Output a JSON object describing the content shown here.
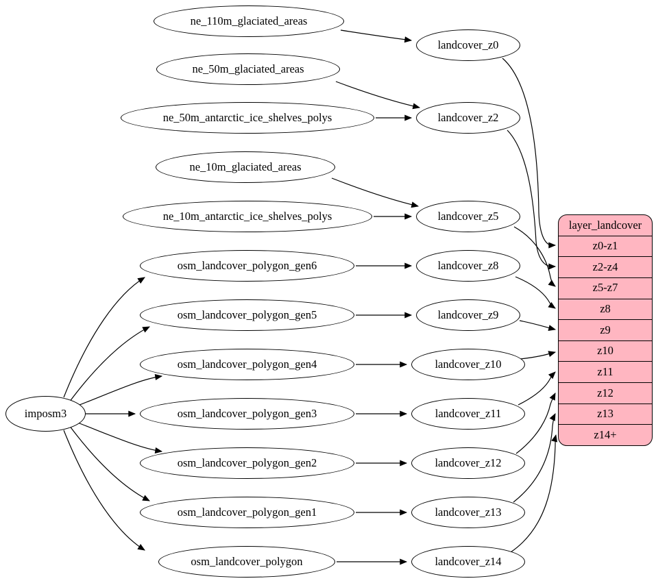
{
  "nodes": {
    "imposm3": "imposm3",
    "ne_110m_glaciated_areas": "ne_110m_glaciated_areas",
    "ne_50m_glaciated_areas": "ne_50m_glaciated_areas",
    "ne_50m_antarctic_ice_shelves_polys": "ne_50m_antarctic_ice_shelves_polys",
    "ne_10m_glaciated_areas": "ne_10m_glaciated_areas",
    "ne_10m_antarctic_ice_shelves_polys": "ne_10m_antarctic_ice_shelves_polys",
    "osm_landcover_polygon_gen6": "osm_landcover_polygon_gen6",
    "osm_landcover_polygon_gen5": "osm_landcover_polygon_gen5",
    "osm_landcover_polygon_gen4": "osm_landcover_polygon_gen4",
    "osm_landcover_polygon_gen3": "osm_landcover_polygon_gen3",
    "osm_landcover_polygon_gen2": "osm_landcover_polygon_gen2",
    "osm_landcover_polygon_gen1": "osm_landcover_polygon_gen1",
    "osm_landcover_polygon": "osm_landcover_polygon",
    "landcover_z0": "landcover_z0",
    "landcover_z2": "landcover_z2",
    "landcover_z5": "landcover_z5",
    "landcover_z8": "landcover_z8",
    "landcover_z9": "landcover_z9",
    "landcover_z10": "landcover_z10",
    "landcover_z11": "landcover_z11",
    "landcover_z12": "landcover_z12",
    "landcover_z13": "landcover_z13",
    "landcover_z14": "landcover_z14"
  },
  "table": {
    "title": "layer_landcover",
    "rows": [
      "z0-z1",
      "z2-z4",
      "z5-z7",
      "z8",
      "z9",
      "z10",
      "z11",
      "z12",
      "z13",
      "z14+"
    ]
  },
  "edges": [
    {
      "from": "imposm3",
      "to": "osm_landcover_polygon_gen6"
    },
    {
      "from": "imposm3",
      "to": "osm_landcover_polygon_gen5"
    },
    {
      "from": "imposm3",
      "to": "osm_landcover_polygon_gen4"
    },
    {
      "from": "imposm3",
      "to": "osm_landcover_polygon_gen3"
    },
    {
      "from": "imposm3",
      "to": "osm_landcover_polygon_gen2"
    },
    {
      "from": "imposm3",
      "to": "osm_landcover_polygon_gen1"
    },
    {
      "from": "imposm3",
      "to": "osm_landcover_polygon"
    },
    {
      "from": "ne_110m_glaciated_areas",
      "to": "landcover_z0"
    },
    {
      "from": "ne_50m_glaciated_areas",
      "to": "landcover_z2"
    },
    {
      "from": "ne_50m_antarctic_ice_shelves_polys",
      "to": "landcover_z2"
    },
    {
      "from": "ne_10m_glaciated_areas",
      "to": "landcover_z5"
    },
    {
      "from": "ne_10m_antarctic_ice_shelves_polys",
      "to": "landcover_z5"
    },
    {
      "from": "osm_landcover_polygon_gen6",
      "to": "landcover_z8"
    },
    {
      "from": "osm_landcover_polygon_gen5",
      "to": "landcover_z9"
    },
    {
      "from": "osm_landcover_polygon_gen4",
      "to": "landcover_z10"
    },
    {
      "from": "osm_landcover_polygon_gen3",
      "to": "landcover_z11"
    },
    {
      "from": "osm_landcover_polygon_gen2",
      "to": "landcover_z12"
    },
    {
      "from": "osm_landcover_polygon_gen1",
      "to": "landcover_z13"
    },
    {
      "from": "osm_landcover_polygon",
      "to": "landcover_z14"
    },
    {
      "from": "landcover_z0",
      "to": "layer_landcover.z0-z1"
    },
    {
      "from": "landcover_z2",
      "to": "layer_landcover.z2-z4"
    },
    {
      "from": "landcover_z5",
      "to": "layer_landcover.z5-z7"
    },
    {
      "from": "landcover_z8",
      "to": "layer_landcover.z8"
    },
    {
      "from": "landcover_z9",
      "to": "layer_landcover.z9"
    },
    {
      "from": "landcover_z10",
      "to": "layer_landcover.z10"
    },
    {
      "from": "landcover_z11",
      "to": "layer_landcover.z11"
    },
    {
      "from": "landcover_z12",
      "to": "layer_landcover.z12"
    },
    {
      "from": "landcover_z13",
      "to": "layer_landcover.z13"
    },
    {
      "from": "landcover_z14",
      "to": "layer_landcover.z14+"
    }
  ],
  "colors": {
    "table_fill": "#ffb6c1",
    "node_fill": "#ffffff",
    "edge": "#000000"
  }
}
